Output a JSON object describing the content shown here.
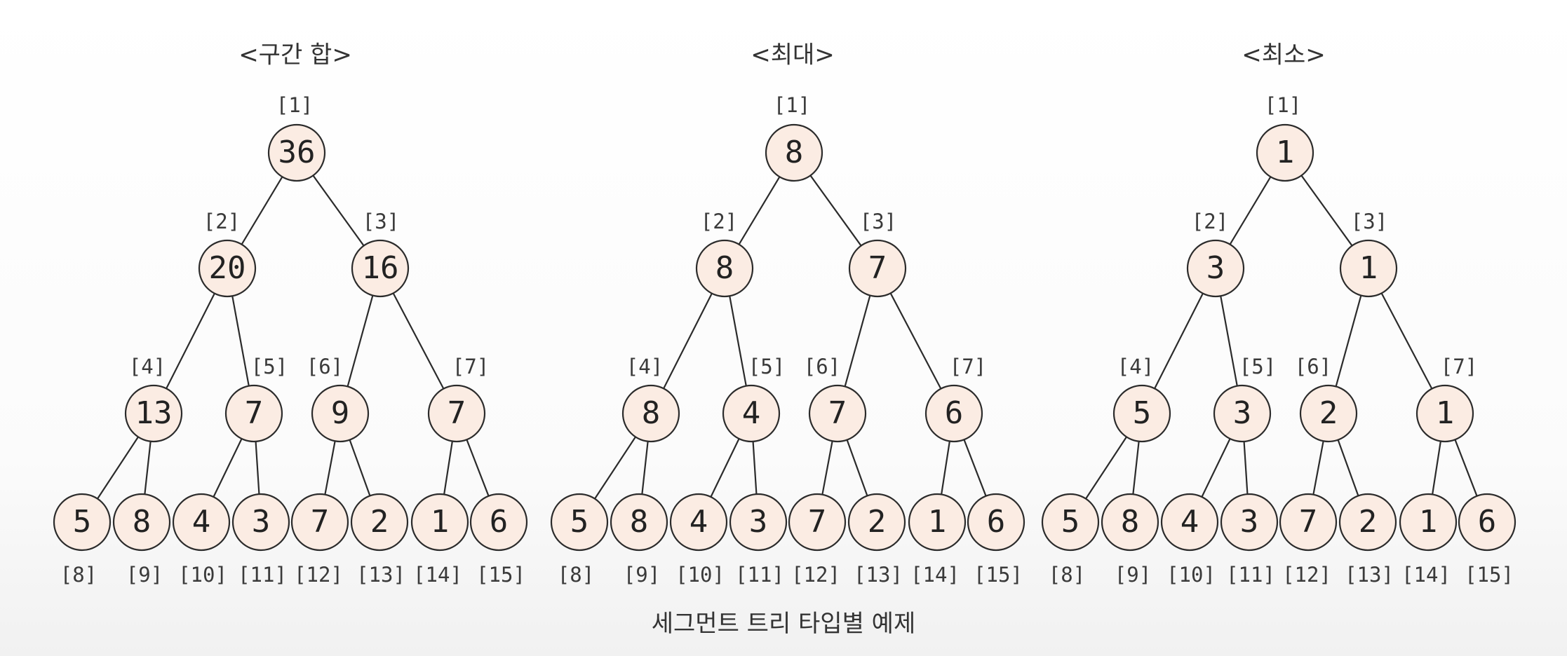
{
  "trees": [
    {
      "title": "<구간 합>",
      "nodes": [
        {
          "index": "[1]",
          "value": "36"
        },
        {
          "index": "[2]",
          "value": "20"
        },
        {
          "index": "[3]",
          "value": "16"
        },
        {
          "index": "[4]",
          "value": "13"
        },
        {
          "index": "[5]",
          "value": "7"
        },
        {
          "index": "[6]",
          "value": "9"
        },
        {
          "index": "[7]",
          "value": "7"
        },
        {
          "index": "[8]",
          "value": "5"
        },
        {
          "index": "[9]",
          "value": "8"
        },
        {
          "index": "[10]",
          "value": "4"
        },
        {
          "index": "[11]",
          "value": "3"
        },
        {
          "index": "[12]",
          "value": "7"
        },
        {
          "index": "[13]",
          "value": "2"
        },
        {
          "index": "[14]",
          "value": "1"
        },
        {
          "index": "[15]",
          "value": "6"
        }
      ]
    },
    {
      "title": "<최대>",
      "nodes": [
        {
          "index": "[1]",
          "value": "8"
        },
        {
          "index": "[2]",
          "value": "8"
        },
        {
          "index": "[3]",
          "value": "7"
        },
        {
          "index": "[4]",
          "value": "8"
        },
        {
          "index": "[5]",
          "value": "4"
        },
        {
          "index": "[6]",
          "value": "7"
        },
        {
          "index": "[7]",
          "value": "6"
        },
        {
          "index": "[8]",
          "value": "5"
        },
        {
          "index": "[9]",
          "value": "8"
        },
        {
          "index": "[10]",
          "value": "4"
        },
        {
          "index": "[11]",
          "value": "3"
        },
        {
          "index": "[12]",
          "value": "7"
        },
        {
          "index": "[13]",
          "value": "2"
        },
        {
          "index": "[14]",
          "value": "1"
        },
        {
          "index": "[15]",
          "value": "6"
        }
      ]
    },
    {
      "title": "<최소>",
      "nodes": [
        {
          "index": "[1]",
          "value": "1"
        },
        {
          "index": "[2]",
          "value": "3"
        },
        {
          "index": "[3]",
          "value": "1"
        },
        {
          "index": "[4]",
          "value": "5"
        },
        {
          "index": "[5]",
          "value": "3"
        },
        {
          "index": "[6]",
          "value": "2"
        },
        {
          "index": "[7]",
          "value": "1"
        },
        {
          "index": "[8]",
          "value": "5"
        },
        {
          "index": "[9]",
          "value": "8"
        },
        {
          "index": "[10]",
          "value": "4"
        },
        {
          "index": "[11]",
          "value": "3"
        },
        {
          "index": "[12]",
          "value": "7"
        },
        {
          "index": "[13]",
          "value": "2"
        },
        {
          "index": "[14]",
          "value": "1"
        },
        {
          "index": "[15]",
          "value": "6"
        }
      ]
    }
  ],
  "edges": [
    [
      1,
      2
    ],
    [
      1,
      3
    ],
    [
      2,
      4
    ],
    [
      2,
      5
    ],
    [
      3,
      6
    ],
    [
      3,
      7
    ],
    [
      4,
      8
    ],
    [
      4,
      9
    ],
    [
      5,
      10
    ],
    [
      5,
      11
    ],
    [
      6,
      12
    ],
    [
      6,
      13
    ],
    [
      7,
      14
    ],
    [
      7,
      15
    ]
  ],
  "caption": "세그먼트 트리 타입별 예제",
  "colors": {
    "node_fill": "#fbece3",
    "node_stroke": "#2b2b2b"
  }
}
